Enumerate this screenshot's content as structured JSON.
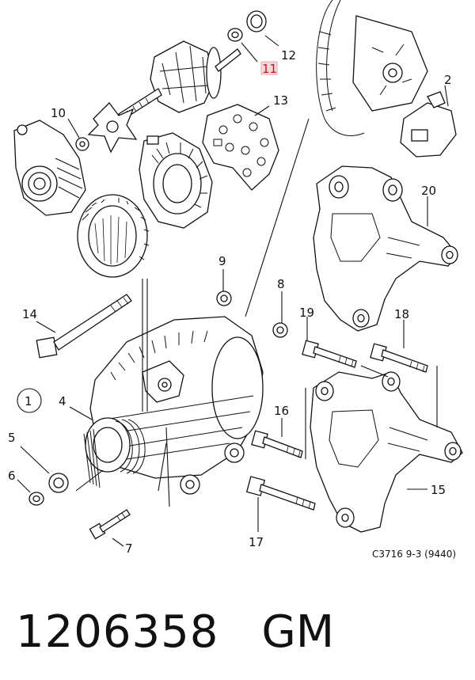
{
  "diagram": {
    "callouts": [
      "1",
      "2",
      "4",
      "5",
      "6",
      "7",
      "8",
      "9",
      "10",
      "11",
      "12",
      "13",
      "14",
      "15",
      "16",
      "17",
      "18",
      "19",
      "20"
    ],
    "highlighted_callout": "11",
    "reference_code": "C3716 9-3 (9440)"
  },
  "footer": {
    "part_number": "1206358",
    "brand": "GM"
  },
  "colors": {
    "highlight": "#c8102e",
    "line": "#111111",
    "background": "#ffffff"
  }
}
